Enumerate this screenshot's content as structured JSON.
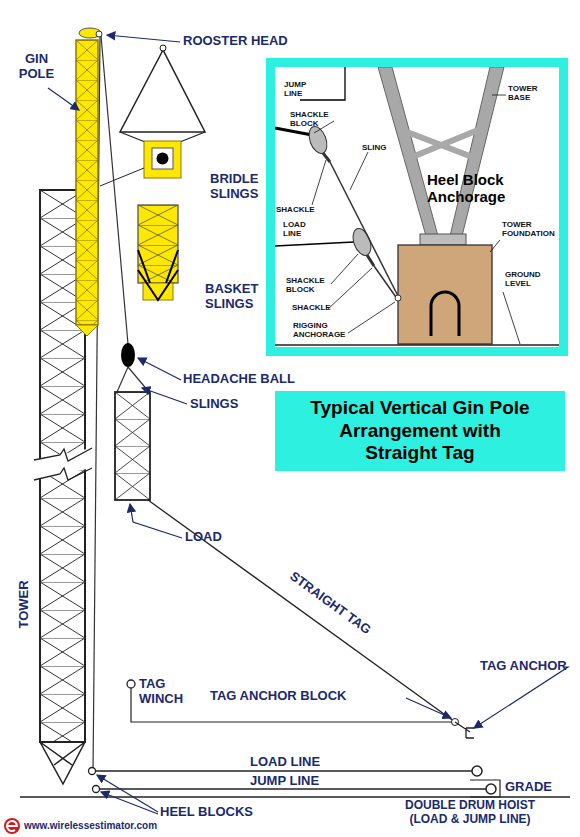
{
  "diagram": {
    "title": "Typical Vertical Gin Pole Arrangement with Straight Tag",
    "nodes": [
      {
        "text": [
          "Heel Block Anchorage"
        ]
      }
    ],
    "labels": [
      "ROOSTER HEAD",
      "GIN POLE",
      "JUMP LINE",
      "TOWER BASE",
      "SHACKLE BLOCK",
      "SLING",
      "SHACKLE",
      "BRIDLE SLINGS",
      "LOAD LINE",
      "TOWER FOUNDATION",
      "SHACKLE BLOCK",
      "GROUND LEVEL",
      "SHACKLE",
      "BASKET SLINGS",
      "RIGGING ANCHORAGE",
      "HEADACHE BALL",
      "SLINGS",
      "LOAD",
      "STRAIGHT TAG",
      "TOWER",
      "TAG ANCHOR",
      "TAG WINCH",
      "TAG ANCHOR BLOCK",
      "LOAD LINE",
      "JUMP LINE",
      "GRADE",
      "DOUBLE DRUM HOIST (LOAD & JUMP LINE)",
      "HEEL BLOCKS",
      "www.wirelessestimator.com"
    ]
  }
}
